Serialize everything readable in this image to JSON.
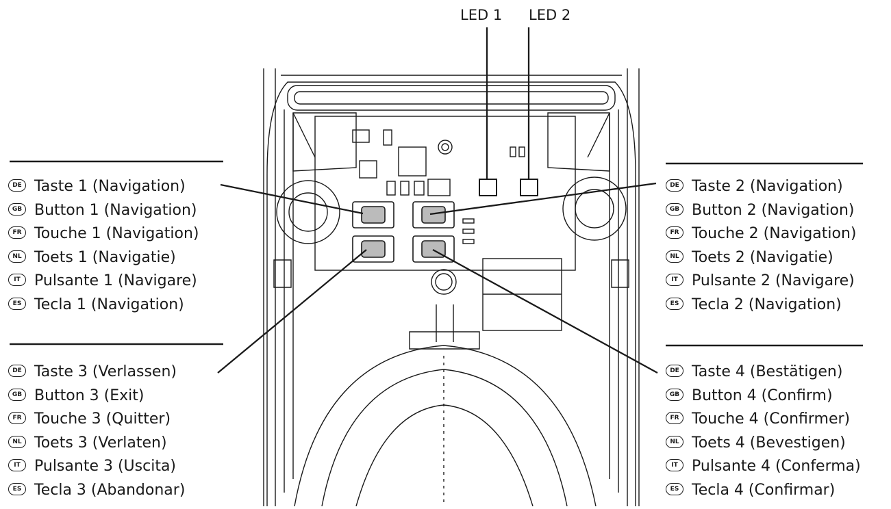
{
  "leds": [
    "LED 1",
    "LED 2"
  ],
  "groups": [
    {
      "id": "button-1",
      "items": [
        {
          "lang": "DE",
          "label": "Taste 1 (Navigation)"
        },
        {
          "lang": "GB",
          "label": "Button 1 (Navigation)"
        },
        {
          "lang": "FR",
          "label": "Touche 1 (Navigation)"
        },
        {
          "lang": "NL",
          "label": "Toets 1 (Navigatie)"
        },
        {
          "lang": "IT",
          "label": "Pulsante 1 (Navigare)"
        },
        {
          "lang": "ES",
          "label": "Tecla 1 (Navigation)"
        }
      ]
    },
    {
      "id": "button-2",
      "items": [
        {
          "lang": "DE",
          "label": "Taste 2 (Navigation)"
        },
        {
          "lang": "GB",
          "label": "Button 2 (Navigation)"
        },
        {
          "lang": "FR",
          "label": "Touche 2 (Navigation)"
        },
        {
          "lang": "NL",
          "label": "Toets 2 (Navigatie)"
        },
        {
          "lang": "IT",
          "label": "Pulsante 2 (Navigare)"
        },
        {
          "lang": "ES",
          "label": "Tecla 2 (Navigation)"
        }
      ]
    },
    {
      "id": "button-3",
      "items": [
        {
          "lang": "DE",
          "label": "Taste 3 (Verlassen)"
        },
        {
          "lang": "GB",
          "label": "Button 3 (Exit)"
        },
        {
          "lang": "FR",
          "label": "Touche 3 (Quitter)"
        },
        {
          "lang": "NL",
          "label": "Toets 3 (Verlaten)"
        },
        {
          "lang": "IT",
          "label": "Pulsante 3 (Uscita)"
        },
        {
          "lang": "ES",
          "label": "Tecla 3 (Abandonar)"
        }
      ]
    },
    {
      "id": "button-4",
      "items": [
        {
          "lang": "DE",
          "label": "Taste 4 (Bestätigen)"
        },
        {
          "lang": "GB",
          "label": "Button 4 (Confirm)"
        },
        {
          "lang": "FR",
          "label": "Touche 4 (Confirmer)"
        },
        {
          "lang": "NL",
          "label": "Toets 4 (Bevestigen)"
        },
        {
          "lang": "IT",
          "label": "Pulsante 4 (Conferma)"
        },
        {
          "lang": "ES",
          "label": "Tecla 4 (Confirmar)"
        }
      ]
    }
  ]
}
